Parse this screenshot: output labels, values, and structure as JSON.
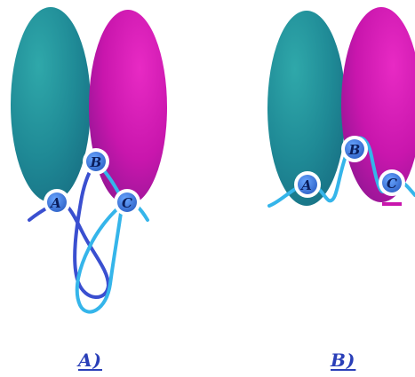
{
  "panels": [
    {
      "label": "A)",
      "nodes": [
        "A",
        "B",
        "C"
      ]
    },
    {
      "label": "B)",
      "nodes": [
        "A",
        "B",
        "C"
      ]
    }
  ],
  "colors": {
    "left_lobe": "#1f8a96",
    "right_lobe": "#d61ab4",
    "strand_dark": "#3a4fd0",
    "strand_light": "#35b5ea",
    "node_fill": "#3a78d8",
    "node_ring": "#ffffff",
    "panel_label": "#2a3fb8"
  }
}
